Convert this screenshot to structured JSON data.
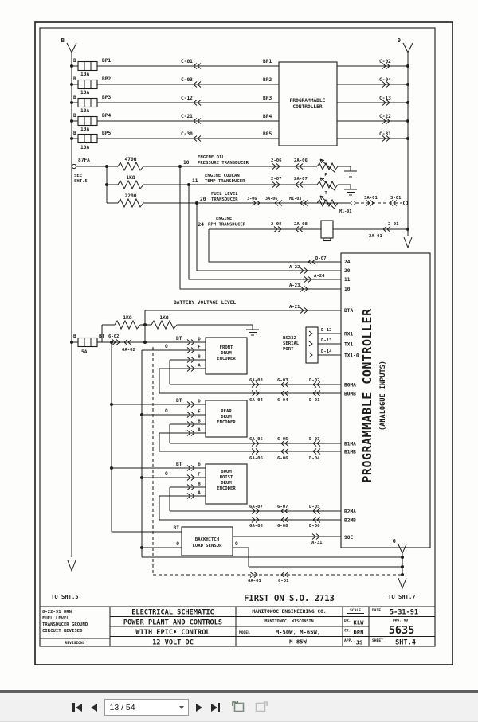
{
  "toolbar": {
    "page": "13 / 54",
    "icons": {
      "first": "first-page",
      "prev": "previous-page",
      "next": "next-page",
      "last": "last-page",
      "prev_view": "previous-view",
      "next_view": "next-view",
      "dropdown": "page-list-dropdown"
    }
  },
  "colors": {
    "ink": "#1c1c1c",
    "paper": "#ffffff",
    "toolbar_bg": "#f1f1f1",
    "separator": "#5f5f5f"
  },
  "sheet": {
    "bus_b": "B",
    "bus_o_top": "0",
    "bus_o_bottom": "0",
    "to_sht5": "TO SHT.5",
    "to_sht7": "TO SHT.7",
    "first_on": "FIRST ON S.O. 2713",
    "breakers": [
      {
        "b": "B",
        "amp": "10A",
        "name": "BP1",
        "wire_in": "C-01",
        "name_in": "BP1",
        "wire_out": "C-02"
      },
      {
        "b": "B",
        "amp": "10A",
        "name": "BP2",
        "wire_in": "C-03",
        "name_in": "BP2",
        "wire_out": "C-04"
      },
      {
        "b": "B",
        "amp": "10A",
        "name": "BP3",
        "wire_in": "C-12",
        "name_in": "BP3",
        "wire_out": "C-13"
      },
      {
        "b": "B",
        "amp": "10A",
        "name": "BP4",
        "wire_in": "C-21",
        "name_in": "BP4",
        "wire_out": "C-22"
      },
      {
        "b": "B",
        "amp": "10A",
        "name": "BP5",
        "wire_in": "C-30",
        "name_in": "BP5",
        "wire_out": "C-31"
      }
    ],
    "plc_top": {
      "l1": "PROGRAMMABLE",
      "l2": "CONTROLLER"
    },
    "term": {
      "id": "87FA",
      "see1": "SEE",
      "see2": "SHT.5"
    },
    "xdcr": {
      "r1": {
        "res": "470Ω",
        "pin": "10",
        "n1": "ENGINE OIL",
        "n2": "PRESSURE TRANSDUCER",
        "wa": "2-06",
        "wb": "2A-06",
        "pot": "P"
      },
      "r2": {
        "res": "1KΩ",
        "pin": "11",
        "n1": "ENGINE COOLANT",
        "n2": "TEMP TRANSDUCER",
        "wa": "2-07",
        "wb": "2A-07",
        "pot": "T"
      },
      "r3": {
        "res": "220Ω",
        "pin": "20",
        "n1": "FUEL LEVEL",
        "n2": "TRANSDUCER",
        "wa": "3-06",
        "wb": "3A-06",
        "wc": "M1-03",
        "wd": "M1-01",
        "we": "3A-01",
        "wf": "3-01"
      },
      "r4": {
        "pin": "24",
        "n1": "ENGINE",
        "n2": "RPM TRANSDUCER",
        "wa": "2-08",
        "wb": "2A-08",
        "we": "2A-01",
        "wf": "2-01"
      }
    },
    "analog": {
      "w24": "D-07",
      "w20": "A-22",
      "w11": "A-24",
      "w10": "A-23",
      "wbta": "A-21",
      "batt": "BATTERY VOLTAGE LEVEL",
      "r1": "1KΩ",
      "r2": "1KΩ"
    },
    "fuse2": {
      "b": "B",
      "amp": "5A",
      "bt": "BT",
      "wa": "6-02",
      "wb": "6A-02"
    },
    "rs232": {
      "l1": "RS232",
      "l2": "SERIAL",
      "l3": "PORT",
      "w1": "D-12",
      "w2": "D-13",
      "w3": "D-14"
    },
    "plc": {
      "title": "PROGRAMMABLE  CONTROLLER",
      "sub": "(ANALOGUE  INPUTS)",
      "pins": {
        "p24": "24",
        "p20": "20",
        "p11": "11",
        "p10": "10",
        "bta": "BTA",
        "rx1": "RX1",
        "tx1": "TX1",
        "tx1o": "TX1-0",
        "b0ma": "B0MA",
        "b0mb": "B0MB",
        "b1ma": "B1MA",
        "b1mb": "B1MB",
        "b2ma": "B2MA",
        "b2mb": "B2MB",
        "e90": "90E"
      }
    },
    "enc": [
      {
        "l1": "FRONT",
        "l2": "DRUM",
        "l3": "ENCODER",
        "bt": "BT",
        "o": "O",
        "pd": "D",
        "pf": "F",
        "pb": "B",
        "pa": "A",
        "a1": "6A-03",
        "a2": "6-03",
        "a3": "D-02",
        "b1": "6A-04",
        "b2": "6-04",
        "b3": "D-01"
      },
      {
        "l1": "REAR",
        "l2": "DRUM",
        "l3": "ENCODER",
        "bt": "BT",
        "o": "O",
        "pd": "D",
        "pf": "F",
        "pb": "B",
        "pa": "A",
        "a1": "6A-05",
        "a2": "6-05",
        "a3": "D-03",
        "b1": "6A-06",
        "b2": "6-06",
        "b3": "D-04"
      },
      {
        "l1": "BOOM",
        "l2": "HOIST",
        "l3": "DRUM",
        "l4": "ENCODER",
        "bt": "BT",
        "o": "O",
        "pd": "D",
        "pf": "F",
        "pb": "B",
        "pa": "A",
        "a1": "6A-07",
        "a2": "6-07",
        "a3": "D-05",
        "b1": "6A-08",
        "b2": "6-08",
        "b3": "D-06"
      }
    ],
    "backhitch": {
      "l1": "BACKHITCH",
      "l2": "LOAD SENSOR",
      "bt": "BT",
      "o1": "O",
      "o2": "O",
      "w": "A-31"
    },
    "ret": {
      "w1": "6A-01",
      "w2": "6-01"
    },
    "tb": {
      "rev1": "8-22-91  DRN",
      "rev2": "FUEL LEVEL",
      "rev3": "TRANSDUCER GROUND",
      "rev4": "CIRCUIT REVISED",
      "revc": "REVISIONS",
      "t1": "ELECTRICAL SCHEMATIC",
      "t2": "POWER PLANT AND CONTROLS",
      "t3": "WITH EPIC• CONTROL",
      "t4": "12 VOLT DC",
      "company": "MANITOWOC ENGINEERING CO.",
      "city": "MANITOWOC, WISCONSIN",
      "modelc": "MODEL",
      "model1": "M-50W, M-65W,",
      "model2": "M-85W",
      "scalec": "SCALE",
      "datec": "DATE",
      "date": "5-31-91",
      "drc": "DR.",
      "dr": "KLW",
      "ckc": "CK.",
      "ck": "DRN",
      "appc": "APP.",
      "app": "JS",
      "dwgc": "DWG. NO.",
      "dwg": "5635",
      "sheetc": "SHEET",
      "sheet": "SHT.4"
    }
  }
}
